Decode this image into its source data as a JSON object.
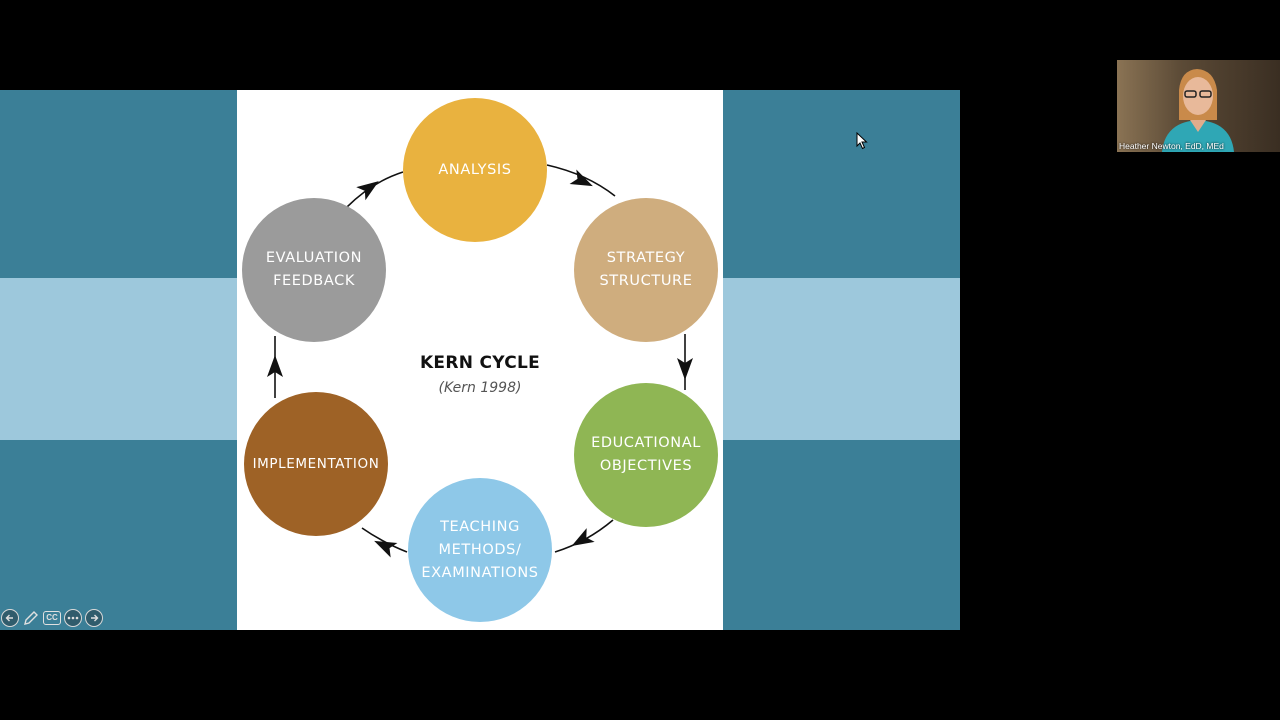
{
  "slide": {
    "title": "KERN CYCLE",
    "subtitle": "(Kern 1998)",
    "nodes": [
      {
        "lines": [
          "ANALYSIS"
        ],
        "color": "#e9b23f"
      },
      {
        "lines": [
          "STRATEGY",
          "STRUCTURE"
        ],
        "color": "#cfad7e"
      },
      {
        "lines": [
          "EDUCATIONAL",
          "OBJECTIVES"
        ],
        "color": "#8fb654"
      },
      {
        "lines": [
          "TEACHING",
          "METHODS/",
          "EXAMINATIONS"
        ],
        "color": "#8ec8e8"
      },
      {
        "lines": [
          "IMPLEMENTATION"
        ],
        "color": "#9e6226"
      },
      {
        "lines": [
          "EVALUATION",
          "FEEDBACK"
        ],
        "color": "#9b9b9b"
      }
    ]
  },
  "background_colors": {
    "dark_band": "#3b7f97",
    "light_band": "#9dc8dc"
  },
  "controls": [
    {
      "icon": "previous-slide-icon"
    },
    {
      "icon": "pen-icon"
    },
    {
      "icon": "closed-captions-icon",
      "label": "CC"
    },
    {
      "icon": "more-options-icon"
    },
    {
      "icon": "next-slide-icon"
    }
  ],
  "participant": {
    "name": "Heather Newton, EdD, MEd"
  }
}
